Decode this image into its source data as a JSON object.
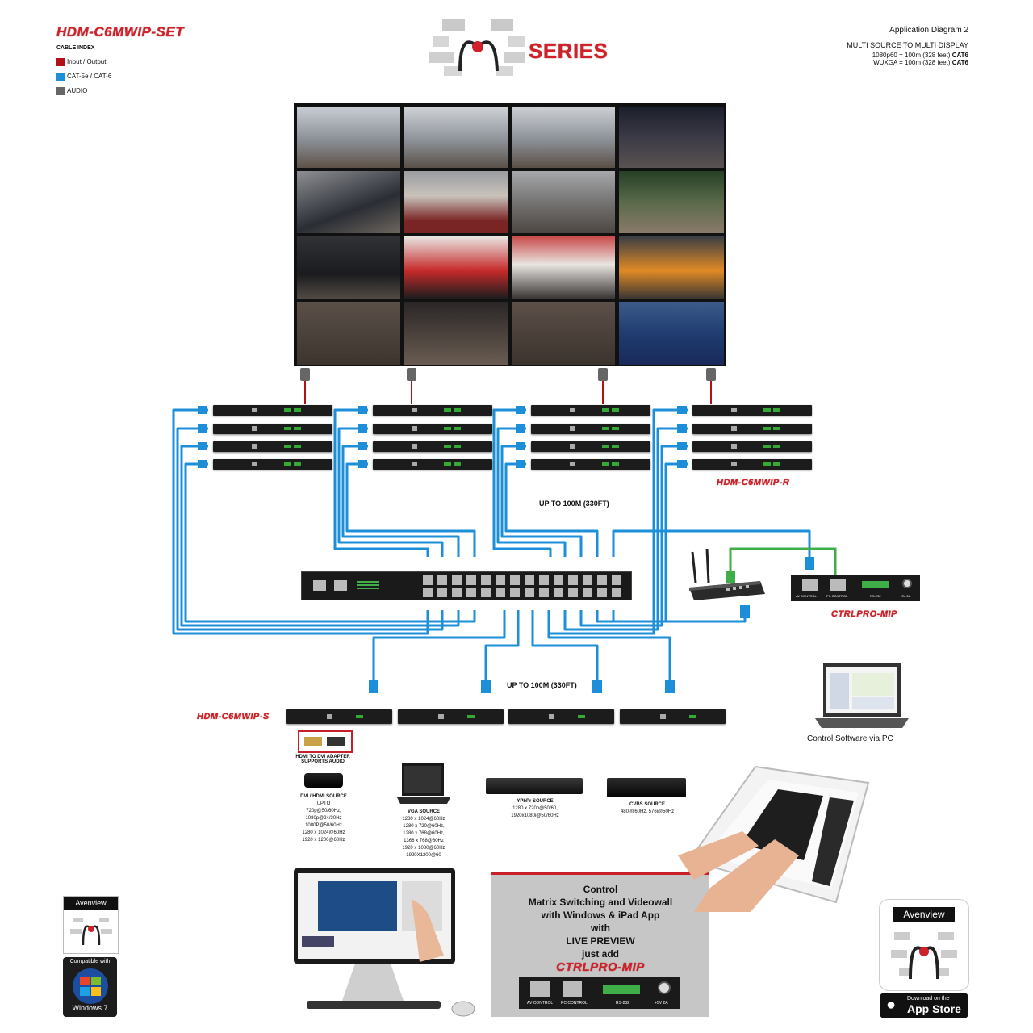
{
  "header": {
    "product_title": "HDM-C6MWIP-SET",
    "cable_index_title": "CABLE INDEX",
    "cable_index": [
      {
        "label": "Input / Output",
        "color": "#b01218"
      },
      {
        "label": "CAT-5e / CAT-6",
        "color": "#1c8fd8"
      },
      {
        "label": "AUDIO",
        "color": "#666666"
      }
    ],
    "series_logo_text": "SERIES",
    "app_diagram": "Application Diagram 2",
    "subtitle": "MULTI SOURCE TO MULTI DISPLAY",
    "spec1_prefix": "1080p60",
    "spec1_value": "= 100m (328 feet)",
    "spec1_cable": "CAT6",
    "spec2_prefix": "WUXGA",
    "spec2_value": "= 100m (328 feet)",
    "spec2_cable": "CAT6"
  },
  "labels": {
    "receiver": "HDM-C6MWIP-R",
    "sender": "HDM-C6MWIP-S",
    "controller": "CTRLPRO-MIP",
    "distance_top": "UP TO 100M (330FT)",
    "distance_bottom": "UP TO 100M (330FT)",
    "control_software": "Control Software via PC",
    "av_control": "AV CONTROL",
    "pc_control": "PC CONTROL",
    "rs232": "RS-232",
    "power": "+5V 2A"
  },
  "sources": [
    {
      "title": "HDMI TO DVI ADAPTER",
      "lines": [
        "SUPPORTS AUDIO"
      ]
    },
    {
      "title": "DVI / HDMI SOURCE",
      "lines": [
        "UPTO",
        "720p@50/60Hz,",
        "1080p@24/30Hz",
        "1080P@50/60Hz",
        "1280 x 1024@60Hz",
        "1920 x 1200@60Hz"
      ]
    },
    {
      "title": "VGA SOURCE",
      "lines": [
        "1280 x 1024@60Hz",
        "1280 x 720@60Hz,",
        "1280 x 768@60Hz,",
        "1366 x 768@60Hz",
        "1920 x 1080@60Hz",
        "1920X1200@60"
      ]
    },
    {
      "title": "YPbPr SOURCE",
      "lines": [
        "1280 x 720p@50/60,",
        "1920x1080i@50/60Hz"
      ]
    },
    {
      "title": "CVBS SOURCE",
      "lines": [
        "480i@60Hz, 576i@50Hz"
      ]
    }
  ],
  "infobox": {
    "lines": [
      "Control",
      "Matrix Switching and Videowall",
      "with Windows & iPad App",
      "with",
      "LIVE PREVIEW",
      "just add"
    ],
    "product": "CTRLPRO-MIP"
  },
  "badges": {
    "brand": "Avenview",
    "compatible": "Compatible with",
    "windows": "Windows 7",
    "download": "Download on the",
    "appstore": "App Store"
  },
  "colors": {
    "accent_red": "#d0202a",
    "cat_blue": "#1c8fd8",
    "green": "#3fae49"
  }
}
